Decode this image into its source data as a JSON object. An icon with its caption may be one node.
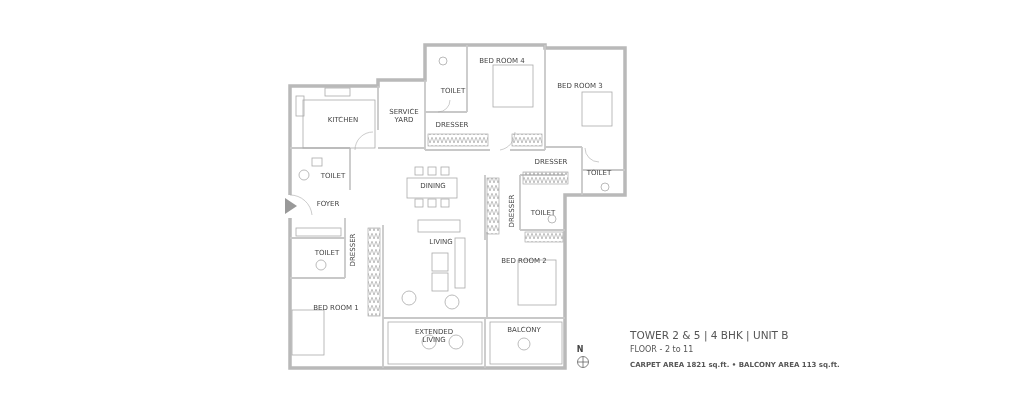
{
  "diagram": {
    "title": "TOWER 2 & 5 | 4 BHK | UNIT B",
    "labels": [
      "BED ROOM 4",
      "BED ROOM 3",
      "TOILET",
      "KITCHEN",
      "SERVICE YARD",
      "DRESSER",
      "DRESSER",
      "TOILET",
      "TOILET",
      "DINING",
      "FOYER",
      "DRESSER",
      "TOILET",
      "DRESSER",
      "TOILET",
      "LIVING",
      "BED ROOM 2",
      "BED ROOM 1",
      "EXTENDED LIVING",
      "BALCONY",
      "N",
      "FLOOR - 2 to 11",
      "CARPET AREA 1821 sq.ft. • BALCONY AREA 113 sq.ft."
    ]
  }
}
